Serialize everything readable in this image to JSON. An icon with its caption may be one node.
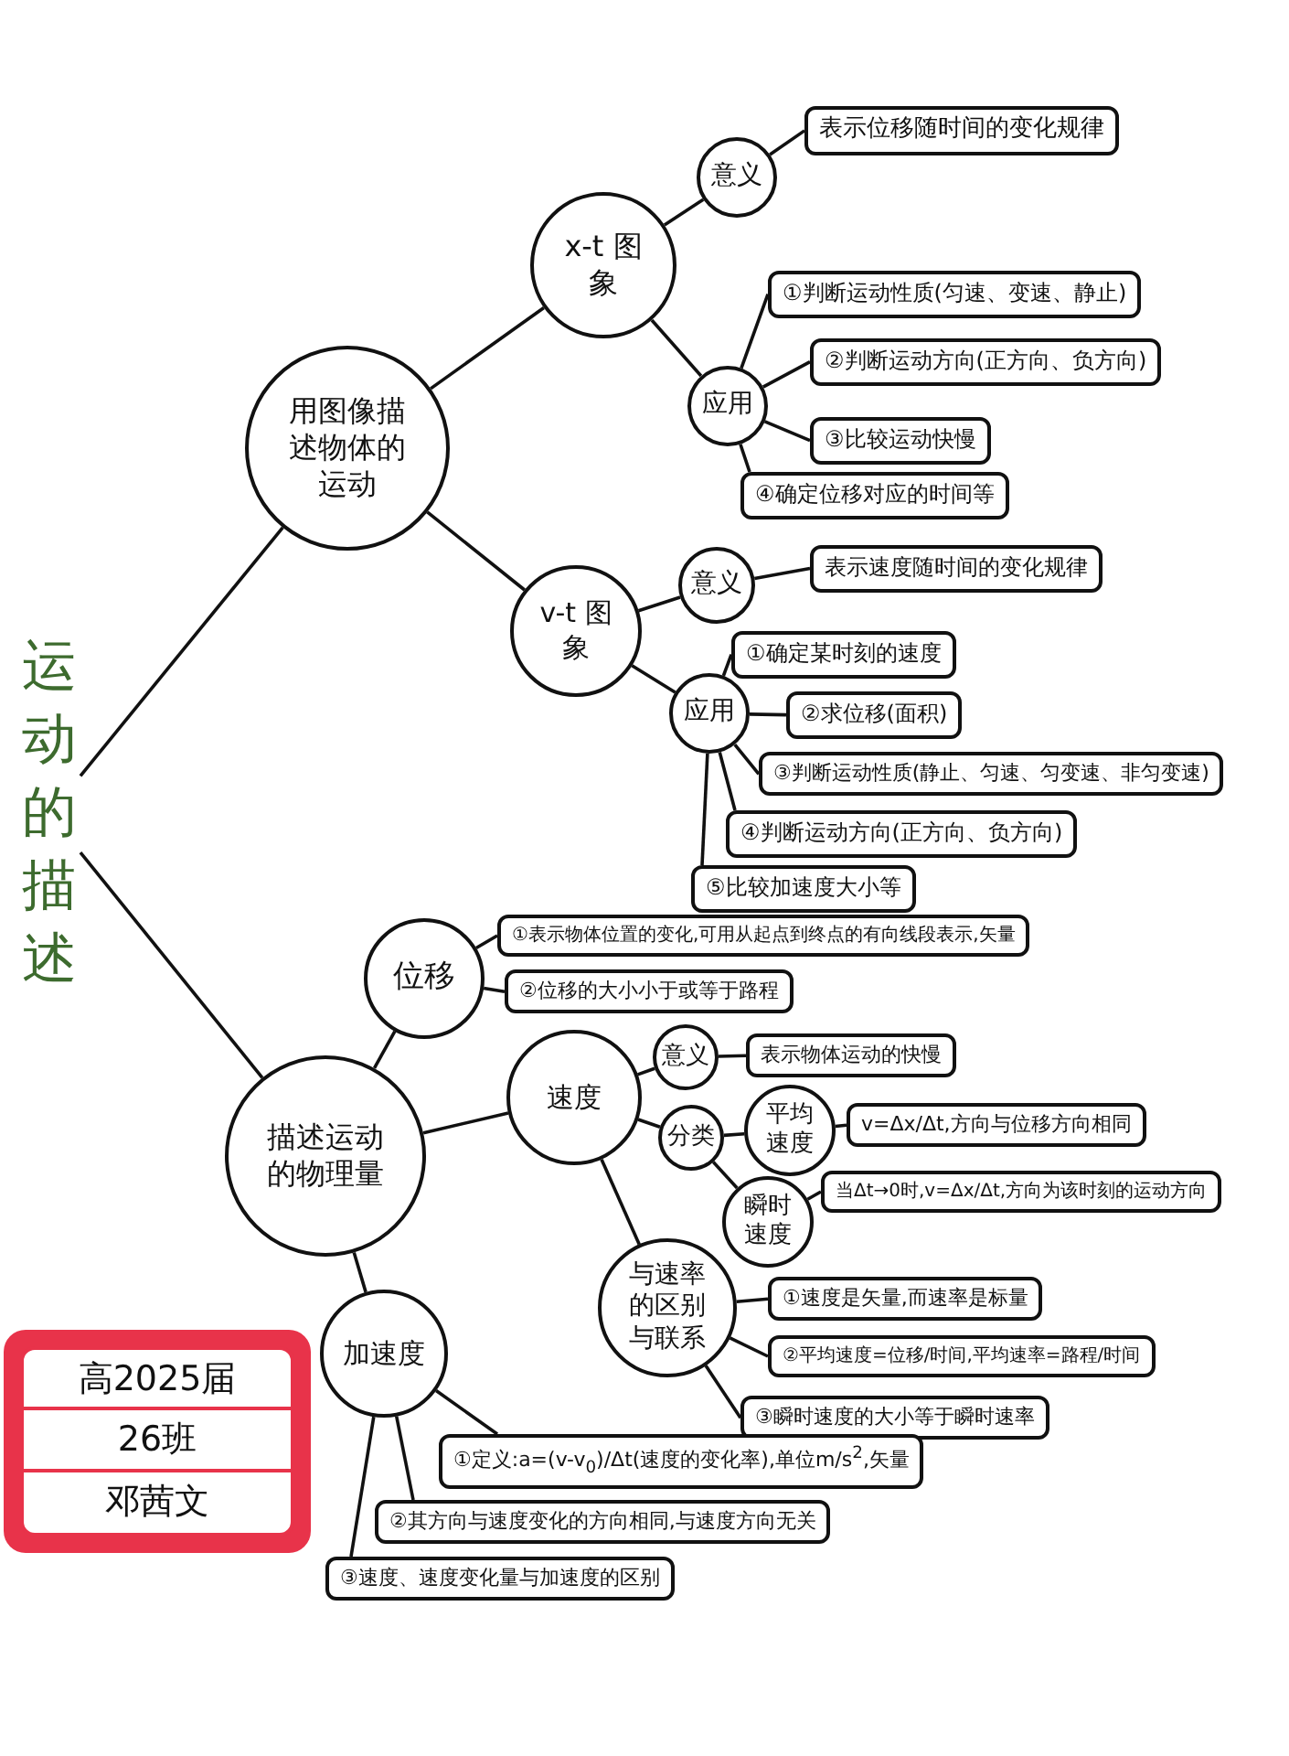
{
  "diagram": {
    "nodes": [
      {
        "text": [
          "运动的描述"
        ]
      },
      {
        "text": [
          "用图像描述物体的运动"
        ]
      },
      {
        "text": [
          "x-t 图象"
        ]
      },
      {
        "text": [
          "意义"
        ]
      },
      {
        "text": [
          "表示位移随时间的变化规律"
        ]
      },
      {
        "text": [
          "应用"
        ]
      },
      {
        "text": [
          "①判断运动性质(匀速、变速、静止)"
        ]
      },
      {
        "text": [
          "②判断运动方向(正方向、负方向)"
        ]
      },
      {
        "text": [
          "③比较运动快慢"
        ]
      },
      {
        "text": [
          "④确定位移对应的时间等"
        ]
      },
      {
        "text": [
          "v-t 图象"
        ]
      },
      {
        "text": [
          "意义"
        ]
      },
      {
        "text": [
          "表示速度随时间的变化规律"
        ]
      },
      {
        "text": [
          "应用"
        ]
      },
      {
        "text": [
          "①确定某时刻的速度"
        ]
      },
      {
        "text": [
          "②求位移(面积)"
        ]
      },
      {
        "text": [
          "③判断运动性质(静止、匀速、匀变速、非匀变速)"
        ]
      },
      {
        "text": [
          "④判断运动方向(正方向、负方向)"
        ]
      },
      {
        "text": [
          "⑤比较加速度大小等"
        ]
      },
      {
        "text": [
          "描述运动的物理量"
        ]
      },
      {
        "text": [
          "位移"
        ]
      },
      {
        "text": [
          "①表示物体位置的变化,可用从起点到终点的有向线段表示,矢量"
        ]
      },
      {
        "text": [
          "②位移的大小小于或等于路程"
        ]
      },
      {
        "text": [
          "速度"
        ]
      },
      {
        "text": [
          "意义"
        ]
      },
      {
        "text": [
          "表示物体运动的快慢"
        ]
      },
      {
        "text": [
          "分类"
        ]
      },
      {
        "text": [
          "平均速度"
        ]
      },
      {
        "text": [
          "v=Δx/Δt,方向与位移方向相同"
        ]
      },
      {
        "text": [
          "瞬时速度"
        ]
      },
      {
        "text": [
          "当Δt→0时,v=Δx/Δt,方向为该时刻的运动方向"
        ]
      },
      {
        "text": [
          "与速率的区别与联系"
        ]
      },
      {
        "text": [
          "①速度是矢量,而速率是标量"
        ]
      },
      {
        "text": [
          "②平均速度=位移/时间,平均速率=路程/时间"
        ]
      },
      {
        "text": [
          "③瞬时速度的大小等于瞬时速率"
        ]
      },
      {
        "text": [
          "加速度"
        ]
      },
      {
        "text": [
          "①定义:a=(v-v$_{0}$)/Δt(速度的变化率),单位m/s$^{2}$,矢量"
        ]
      },
      {
        "text": [
          "②其方向与速度变化的方向相同,与速度方向无关"
        ]
      },
      {
        "text": [
          "③速度、速度变化量与加速度的区别"
        ]
      }
    ],
    "edges": [
      {
        "from": 0,
        "to": 1,
        "arrow": "none"
      },
      {
        "from": 0,
        "to": 19,
        "arrow": "none"
      },
      {
        "from": 1,
        "to": 2,
        "arrow": "none"
      },
      {
        "from": 2,
        "to": 3,
        "arrow": "none"
      },
      {
        "from": 3,
        "to": 4,
        "arrow": "none"
      },
      {
        "from": 2,
        "to": 5,
        "arrow": "none"
      },
      {
        "from": 5,
        "to": 6,
        "arrow": "none"
      },
      {
        "from": 5,
        "to": 7,
        "arrow": "none"
      },
      {
        "from": 5,
        "to": 8,
        "arrow": "none"
      },
      {
        "from": 5,
        "to": 9,
        "arrow": "none"
      },
      {
        "from": 1,
        "to": 10,
        "arrow": "none"
      },
      {
        "from": 10,
        "to": 11,
        "arrow": "none"
      },
      {
        "from": 11,
        "to": 12,
        "arrow": "none"
      },
      {
        "from": 10,
        "to": 13,
        "arrow": "none"
      },
      {
        "from": 13,
        "to": 14,
        "arrow": "none"
      },
      {
        "from": 13,
        "to": 15,
        "arrow": "none"
      },
      {
        "from": 13,
        "to": 16,
        "arrow": "none"
      },
      {
        "from": 13,
        "to": 17,
        "arrow": "none"
      },
      {
        "from": 13,
        "to": 18,
        "arrow": "none"
      },
      {
        "from": 19,
        "to": 20,
        "arrow": "none"
      },
      {
        "from": 20,
        "to": 21,
        "arrow": "none"
      },
      {
        "from": 20,
        "to": 22,
        "arrow": "none"
      },
      {
        "from": 19,
        "to": 23,
        "arrow": "none"
      },
      {
        "from": 23,
        "to": 24,
        "arrow": "none"
      },
      {
        "from": 24,
        "to": 25,
        "arrow": "none"
      },
      {
        "from": 23,
        "to": 26,
        "arrow": "none"
      },
      {
        "from": 26,
        "to": 27,
        "arrow": "none"
      },
      {
        "from": 27,
        "to": 28,
        "arrow": "none"
      },
      {
        "from": 26,
        "to": 29,
        "arrow": "none"
      },
      {
        "from": 29,
        "to": 30,
        "arrow": "none"
      },
      {
        "from": 23,
        "to": 31,
        "arrow": "none"
      },
      {
        "from": 31,
        "to": 32,
        "arrow": "none"
      },
      {
        "from": 31,
        "to": 33,
        "arrow": "none"
      },
      {
        "from": 31,
        "to": 34,
        "arrow": "none"
      },
      {
        "from": 19,
        "to": 35,
        "arrow": "none"
      },
      {
        "from": 35,
        "to": 36,
        "arrow": "none"
      },
      {
        "from": 35,
        "to": 37,
        "arrow": "none"
      },
      {
        "from": 35,
        "to": 38,
        "arrow": "none"
      }
    ],
    "labels": [
      "高2025届",
      "26班",
      "邓茜文"
    ]
  }
}
